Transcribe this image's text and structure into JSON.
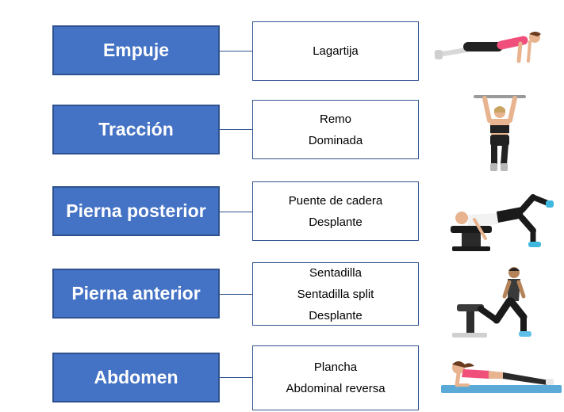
{
  "groups": [
    {
      "category": "Empuje",
      "exercises": [
        "Lagartija"
      ],
      "illustration": "push-up-icon"
    },
    {
      "category": "Tracción",
      "exercises": [
        "Remo",
        "Dominada"
      ],
      "illustration": "pull-up-icon"
    },
    {
      "category": "Pierna posterior",
      "exercises": [
        "Puente de cadera",
        "Desplante"
      ],
      "illustration": "hip-bridge-icon"
    },
    {
      "category": "Pierna anterior",
      "exercises": [
        "Sentadilla",
        "Sentadilla split",
        "Desplante"
      ],
      "illustration": "split-squat-icon"
    },
    {
      "category": "Abdomen",
      "exercises": [
        "Plancha",
        "Abdominal  reversa"
      ],
      "illustration": "plank-icon"
    }
  ],
  "colors": {
    "box_fill": "#4472c4",
    "box_border": "#2f528f",
    "skin": "#e8b48f",
    "pink": "#ef4f7a",
    "mat": "#5aa9d6"
  }
}
